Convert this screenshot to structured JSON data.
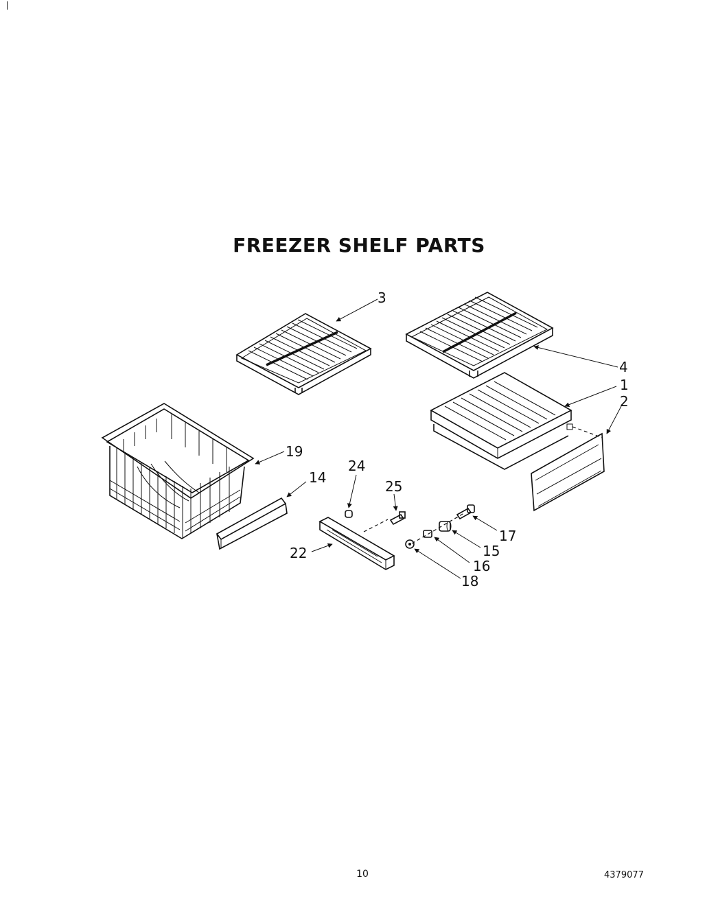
{
  "title": "FREEZER SHELF PARTS",
  "page_number": "10",
  "document_number": "4379077",
  "callouts": {
    "c3": "3",
    "c4": "4",
    "c1": "1",
    "c2": "2",
    "c19": "19",
    "c14": "14",
    "c24": "24",
    "c25": "25",
    "c22": "22",
    "c17": "17",
    "c15": "15",
    "c16": "16",
    "c18": "18"
  }
}
